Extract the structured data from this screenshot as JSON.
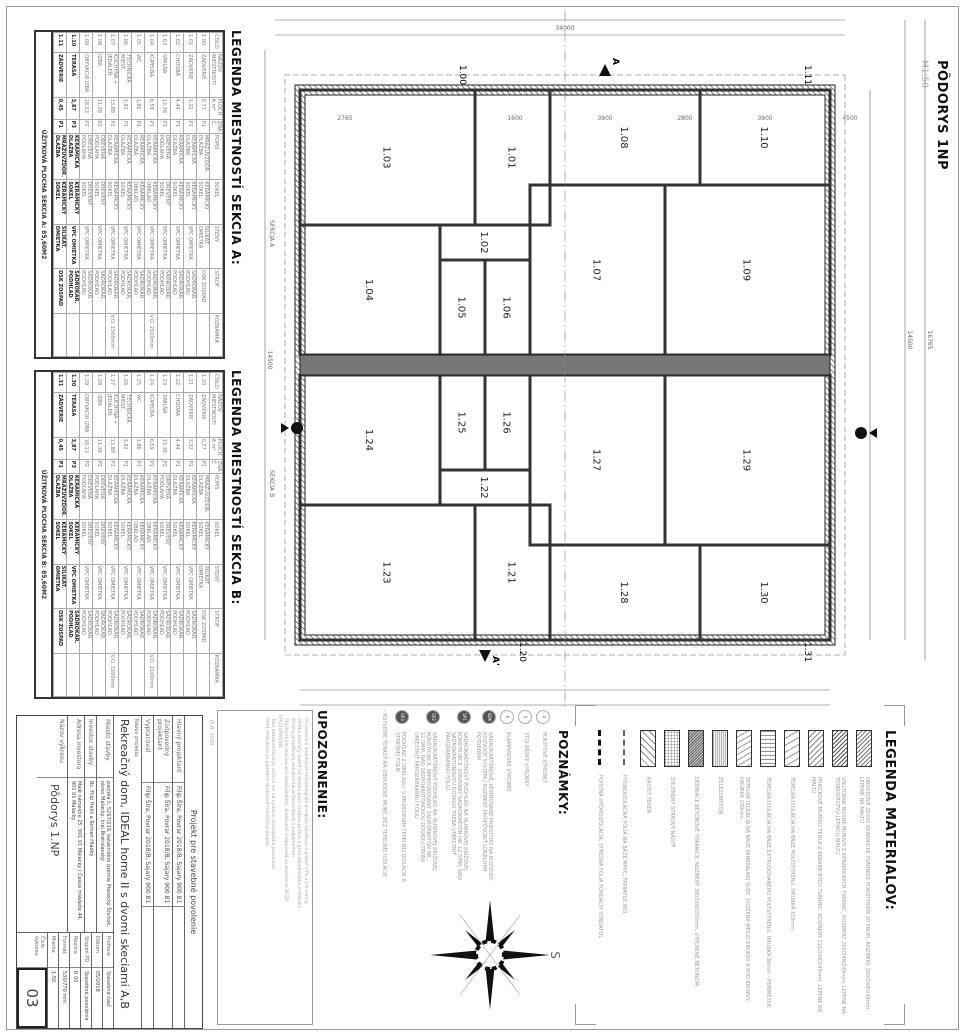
{
  "drawing": {
    "title": "PÔDORYS 1NP",
    "scale": "M1:50"
  },
  "floor_plan": {
    "rooms": {
      "r101": "1.01",
      "r102": "1.02",
      "r103": "1.03",
      "r104": "1.04",
      "r105": "1.05",
      "r106": "1.06",
      "r107": "1.07",
      "r108": "1.08",
      "r109": "1.09",
      "r110": "1.10",
      "r121": "1.21",
      "r122": "1.22",
      "r123": "1.23",
      "r124": "1.24",
      "r125": "1.25",
      "r126": "1.26",
      "r127": "1.27",
      "r128": "1.28",
      "r129": "1.29",
      "r130": "1.30",
      "r100": "1.00",
      "r111": "1.11",
      "r120": "1.20",
      "r131": "1.31"
    },
    "sections": {
      "a": "SEKCIA A",
      "b": "SEKCIA B"
    },
    "cut_marks": {
      "top": "A",
      "bottom": "A'"
    },
    "dimensions": {
      "total": "16765",
      "main": "14500",
      "d1": "4500",
      "d2": "1600",
      "d3": "3900",
      "d4": "2800",
      "d5": "3900",
      "d6": "2765",
      "left": "34000"
    }
  },
  "legend_a": {
    "title": "LEGENDA MIESTNOSTÍ SEKCIA A:",
    "headers": [
      "ČÍSLO",
      "NÁZOV MIESTNOSTI",
      "PLOCHA m²",
      "ZNAČ.",
      "POPIS",
      "SOKEL",
      "STENY",
      "STROP",
      "POZNÁMKA"
    ],
    "rows": [
      [
        "1.00",
        "ZÁDVERIE",
        "0,77",
        "P1",
        "MRAZUVZDOR. DLAŽBA",
        "KERAMICKÝ SOKEL",
        "SILIKÁT. OMIETKA",
        "DSK ZOSPAD",
        ""
      ],
      [
        "1.01",
        "ZÁDVERIE",
        "3,32",
        "P1",
        "KERAMICKÁ DLAŽBA",
        "KERAMICKÝ SOKEL",
        "VPC OMIETKA",
        "SADROKAR. PODHĽAD",
        ""
      ],
      [
        "1.02",
        "CHODBA",
        "4,44",
        "P1",
        "KERAMICKÁ DLAŽBA",
        "KERAMICKÝ SOKEL",
        "VPC OMIETKA",
        "SADROKAR. PODHĽAD",
        ""
      ],
      [
        "1.03",
        "SPÁLŇA",
        "13,38",
        "P2",
        "DREVENÁ PODLAHA",
        "DREVENÝ SOKEL",
        "VPC OMIETKA",
        "SADROKAR. PODHĽAD",
        ""
      ],
      [
        "1.04",
        "KÚPEĽŇA",
        "6,59",
        "P1",
        "KERAMICKÁ DLAŽBA",
        "KERAMICKÝ OBKLAD",
        "VPC OMIETKA",
        "SADROKAR. PODHĽAD",
        "V.O. 2100mm"
      ],
      [
        "1.05",
        "WC",
        "1,86",
        "P1",
        "KERAMICKÁ DLAŽBA",
        "KERAMICKÝ OBKLAD",
        "VPC OMIETKA",
        "SADROKAR. PODHĽAD",
        ""
      ],
      [
        "1.06",
        "TECHNICKÁ MIEST.",
        "3,92",
        "P1",
        "KERAMICKÁ DLAŽBA",
        "KERAMICKÝ SOKEL",
        "VPC OMIETKA",
        "SADROKAR. PODHĽAD",
        ""
      ],
      [
        "1.07",
        "KUCHYŇA + JEDÁLEŇ",
        "13,88",
        "P1",
        "KERAMICKÁ DLAŽBA",
        "KERAMICKÝ SOKEL",
        "VPC OMIETKA",
        "SADROKAR. PODHĽAD",
        "V.O. 1500mm"
      ],
      [
        "1.08",
        "IZBA",
        "11,38",
        "P2",
        "DREVENÁ PODLAHA",
        "DREVENÝ SOKEL",
        "VPC OMIETKA",
        "SADROKAR. PODHĽAD",
        ""
      ],
      [
        "1.09",
        "OBÝVACIA IZBA",
        "18,13",
        "P2",
        "DREVENÁ PODLAHA",
        "DREVENÝ SOKEL",
        "VPC OMIETKA",
        "SADROKAR. PODHĽAD",
        ""
      ],
      [
        "1.10",
        "TERASA",
        "3,87",
        "P3",
        "KERAMICKÁ DLAŽBA",
        "KERAMICKÝ SOKEL",
        "VPC OMIETKA",
        "SADROKAR. PODHĽAD",
        ""
      ],
      [
        "1.11",
        "ZÁDVERIE",
        "0,45",
        "P1",
        "MRAZUVZDOR. DLAŽBA",
        "KERAMICKÝ SOKEL",
        "SILIKÁT. OMIETKA",
        "DSK ZOSPAD",
        ""
      ]
    ],
    "bold_rows": [
      10,
      11
    ],
    "total": "ÚŽITKOVÁ PLOCHA SEKCIA A: 85,60M2"
  },
  "legend_b": {
    "title": "LEGENDA MIESTNOSTÍ SEKCIA B:",
    "headers": [
      "ČÍSLO",
      "NÁZOV MIESTNOSTI",
      "PLOCHA m²",
      "ZNAČ.",
      "POPIS",
      "SOKEL",
      "STENY",
      "STROP",
      "POZNÁMKA"
    ],
    "rows": [
      [
        "1.20",
        "ZÁDVERIE",
        "0,77",
        "P1",
        "MRAZUVZDOR. DLAŽBA",
        "KERAMICKÝ SOKEL",
        "SILIKÁT. OMIETKA",
        "DSK ZOSPAD",
        ""
      ],
      [
        "1.21",
        "ZÁDVERIE",
        "3,32",
        "P1",
        "KERAMICKÁ DLAŽBA",
        "KERAMICKÝ SOKEL",
        "VPC OMIETKA",
        "SADROKAR. PODHĽAD",
        ""
      ],
      [
        "1.22",
        "CHODBA",
        "4,44",
        "P1",
        "KERAMICKÁ DLAŽBA",
        "KERAMICKÝ SOKEL",
        "VPC OMIETKA",
        "SADROKAR. PODHĽAD",
        ""
      ],
      [
        "1.23",
        "SPÁLŇA",
        "13,38",
        "P2",
        "DREVENÁ PODLAHA",
        "DREVENÝ SOKEL",
        "VPC OMIETKA",
        "SADROKAR. PODHĽAD",
        ""
      ],
      [
        "1.24",
        "KÚPEĽŇA",
        "6,59",
        "P1",
        "KERAMICKÁ DLAŽBA",
        "KERAMICKÝ OBKLAD",
        "VPC OMIETKA",
        "SADROKAR. PODHĽAD",
        "V.O. 2100mm"
      ],
      [
        "1.25",
        "WC",
        "1,86",
        "P1",
        "KERAMICKÁ DLAŽBA",
        "KERAMICKÝ OBKLAD",
        "VPC OMIETKA",
        "SADROKAR. PODHĽAD",
        ""
      ],
      [
        "1.26",
        "TECHNICKÁ MIEST.",
        "3,92",
        "P1",
        "KERAMICKÁ DLAŽBA",
        "KERAMICKÝ SOKEL",
        "VPC OMIETKA",
        "SADROKAR. PODHĽAD",
        ""
      ],
      [
        "1.27",
        "KUCHYŇA + JEDÁLEŇ",
        "13,88",
        "P1",
        "KERAMICKÁ DLAŽBA",
        "KERAMICKÝ SOKEL",
        "VPC OMIETKA",
        "SADROKAR. PODHĽAD",
        "V.O. 1500mm"
      ],
      [
        "1.28",
        "IZBA",
        "11,38",
        "P2",
        "DREVENÁ PODLAHA",
        "DREVENÝ SOKEL",
        "VPC OMIETKA",
        "SADROKAR. PODHĽAD",
        ""
      ],
      [
        "1.29",
        "OBÝVACIA IZBA",
        "18,13",
        "P2",
        "DREVENÁ PODLAHA",
        "DREVENÝ SOKEL",
        "VPC OMIETKA",
        "SADROKAR. PODHĽAD",
        ""
      ],
      [
        "1.30",
        "TERASA",
        "3,87",
        "P3",
        "KERAMICKÁ DLAŽBA",
        "KERAMICKÝ SOKEL",
        "VPC OMIETKA",
        "SADROKAR. PODHĽAD",
        ""
      ],
      [
        "1.31",
        "ZÁDVERIE",
        "0,45",
        "P1",
        "MRAZUVZDOR. DLAŽBA",
        "KERAMICKÝ SOKEL",
        "SILIKÁT. OMIETKA",
        "DSK ZOSPAD",
        ""
      ]
    ],
    "bold_rows": [
      10,
      11
    ],
    "total": "ÚŽITKOVÁ PLOCHA SEKCIA B: 85,60M2"
  },
  "materials": {
    "title": "LEGENDA MATERIALOV:",
    "items": [
      "OBVODOVÉ ZDIVO KERAMICKÉ TVÁRNICE POROTHERM 30 PROFI, ROZMERY 300/248/249mm, LEPENÉ NA MALTU",
      "VNÚTORNÉ NOSNÉ MURIVO Z KERAMICKÝCH TVÁRNIC, ROZMERY 250/248/249mm, LEPENÉ NA TENKOVRSTVÚ LEPIACU MALTU",
      "PRIEČKOVÉ MURIVO TEHLA Z KERAMICKÝCH TVÁRNIC, ROZMERY 115/248/249mm, LEPENÉ NA MALTU",
      "TEPELNÁ IZOLÁCIA NA BÁZE POLYSTYRÉNU, HRÚBKA 150mm",
      "TEPELNÁ IZOLÁCIA NA BÁZE EXTRUDOVANÉHO POLYSTYRÉNU, HRÚBKA 80mm - PERIMETER",
      "TEPELNÁ IZOLÁCIA NA BÁZE MINERÁLNEJ VLNY, VLOŽENÁ MEDZI KROKVY A POD KROKVY, HRÚBKA 200mm",
      "ŽELEZOBETÓN",
      "DEBNIACE BETÓNOVÉ TVÁRNICE, ROZMERY 300/500/250mm, VYPLNENÉ BETÓNOM",
      "ZHUTNENÝ ŠTRKOVÝ NÁSYP",
      "RASTLÝ TERÉN",
      "HYDROIZOLAČNÁ FÓLIA NA BÁZE MPVC, FATRAFOL 803",
      "POISTNÁ HYDROIZOLÁCIA, STREŠNÁ FÓLIA TONDACH TONDAFOL"
    ]
  },
  "notes": {
    "title": "POZNÁMKY:",
    "items": [
      {
        "symbol": "P",
        "text": "PLASTOVÉ VÝROBKY"
      },
      {
        "symbol": "S",
        "text": "STOLÁRSKE VÝROBKY"
      },
      {
        "symbol": "K",
        "text": "KLAMPIARSKE VÝROBKY"
      },
      {
        "symbol": "SDK",
        "text": "SADROKARTÓNOVÉ, MONTOVANÉ PRIESTORY NA ROZVODY. ROZVODY SYSTÉMU ROZMERY PRISPÔSOBIŤ LOKÁLNYM POTREBÁM"
      },
      {
        "symbol": "SP1",
        "text": "SADROKARTÓNOVÝ PODHĽAD NA HLINÍKOVEJ KRÍŽOVEJ KONŠTRUKCII, STAVEBNÝ SADROKARTÓN HR. 12,5MM, NAD SADROKARTÓNOVOU DOSKOU TREBA UMIESTNIŤ PAROZÁBRANNÚ FÓLIU"
      },
      {
        "symbol": "SP2",
        "text": "SADROKARTÓNOVÝ PODHĽAD NA HLINÍKOVEJ KRÍŽOVEJ KONŠTRUKCII, IMPREGNOVANÝ SADROKARTÓN HR. 12,5MM, NAD SADROKARTÓNOVOU DOSKOU TREBA UMIESTNIŤ PAROZÁBRANNÚ FÓLIU"
      },
      {
        "symbol": "SP3",
        "text": "PODHĽAD Z OBKLADU, S PRIVEDENÍM TEPELNEJ IZOLÁCIE A STREŠNEJ FÓLIE"
      },
      {
        "symbol": "",
        "text": "- KOTVENIE TERASY NA OBVODOVÉ MURY, BEZ TEPELNÉJ IZOLÁCIE"
      }
    ]
  },
  "compass": {
    "label": "S"
  },
  "warnings": {
    "title": "UPOZORNENIE:",
    "lines": [
      "- Pri realizácii dodržiavať technologické predpisy výrobcov a platné STN a EN normy.",
      "- Všetky rozmery overiť na stavbe pred výrobou prvkov a pred objednávkou materiálu.",
      "- Zmeny projektovej dokumentácie konzultovať s projektantom.",
      "- Stavba bude realizovaná dodávateľsky, dodávateľ zodpovedá za dodržanie BOZP.",
      "UPOZORNENIE:",
      "- Táto dokumentácia je určená len na vydanie stavebného povolenia.",
      "- Pred realizáciou je potrebné spracovať realizačný projekt."
    ],
    "sign": "PLN. SIGN"
  },
  "title_block": {
    "header": "Projekt pre stavebné povolenie",
    "hlavny_label": "Hlavný projektant",
    "hlavny": "Filip Šíra, Povrar 2018/B, Sajary 900 81",
    "zodp_label": "Zodpovedný projektant",
    "zodp": "Filip Šíra, Povrar 2018/B, Sajary 900 81",
    "vypracoval_label": "Vypracoval",
    "vypracoval": "Filip Šíra, Povrar 2018/B, Sajary 900 81",
    "project_label": "Názov projektu",
    "project": "Rekreačný dom, IDEAL home II s dvomi skeciami A,B",
    "miesto_label": "Miesto stavby",
    "miesto": "parcela č. 5267/219, katastrálne územie Plavecký Štvrtok, okres Malacky, kraj Bratislavský",
    "investor_label": "Investor stavby",
    "investor": "Bc. Filip Heliš a Roman Hladký",
    "adresa_label": "Adresa investora",
    "adresa": "Malé námestie 25, 901 01 Malacky / Česká mládeže 44, 901 01 Malacky",
    "vykres_label": "Názov výkresu",
    "vykres": "Pôdorys 1.NP",
    "meta": [
      {
        "label": "Profesia",
        "value": "Stavebná časť"
      },
      {
        "label": "Dátum",
        "value": "05/2018"
      },
      {
        "label": "Stupeň PD",
        "value": "Stavebné povolenie"
      },
      {
        "label": "Revízia",
        "value": "R 00"
      },
      {
        "label": "Formát",
        "value": "530/770 mm"
      },
      {
        "label": "Mierka",
        "value": "1:50"
      }
    ],
    "cislo_label": "Číslo výkresu",
    "cislo": "03"
  }
}
